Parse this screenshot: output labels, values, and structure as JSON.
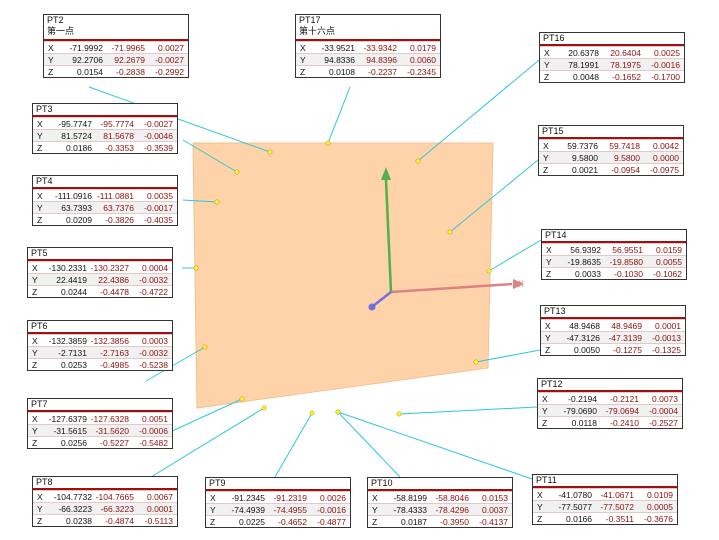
{
  "colors": {
    "plate": "#ffd3a9",
    "leader": "#2ec8d8",
    "point": "#ffee33",
    "axis_x": "#e08080",
    "axis_y": "#50b050",
    "axis_z": "#7070e0",
    "title_rule": "#a01010"
  },
  "axis_x_label": "X",
  "panels": [
    {
      "id": "PT2",
      "title": "PT2",
      "subtitle": "第一点",
      "rows": [
        {
          "axis": "X",
          "v": [
            "-71.9992",
            "-71.9965",
            "0.0027"
          ]
        },
        {
          "axis": "Y",
          "v": [
            "92.2706",
            "92.2679",
            "-0.0027"
          ]
        },
        {
          "axis": "Z",
          "v": [
            "0.0154",
            "-0.2838",
            "-0.2992"
          ]
        }
      ]
    },
    {
      "id": "PT17",
      "title": "PT17",
      "subtitle": "第十六点",
      "rows": [
        {
          "axis": "X",
          "v": [
            "-33.9521",
            "-33.9342",
            "0.0179"
          ]
        },
        {
          "axis": "Y",
          "v": [
            "94.8336",
            "94.8396",
            "0.0060"
          ]
        },
        {
          "axis": "Z",
          "v": [
            "0.0108",
            "-0.2237",
            "-0.2345"
          ]
        }
      ]
    },
    {
      "id": "PT16",
      "title": "PT16",
      "rows": [
        {
          "axis": "X",
          "v": [
            "20.6378",
            "20.6404",
            "0.0025"
          ]
        },
        {
          "axis": "Y",
          "v": [
            "78.1991",
            "78.1975",
            "-0.0016"
          ]
        },
        {
          "axis": "Z",
          "v": [
            "0.0048",
            "-0.1652",
            "-0.1700"
          ]
        }
      ]
    },
    {
      "id": "PT3",
      "title": "PT3",
      "rows": [
        {
          "axis": "X",
          "v": [
            "-95.7747",
            "-95.7774",
            "-0.0027"
          ]
        },
        {
          "axis": "Y",
          "v": [
            "81.5724",
            "81.5678",
            "-0.0046"
          ]
        },
        {
          "axis": "Z",
          "v": [
            "0.0186",
            "-0.3353",
            "-0.3539"
          ]
        }
      ]
    },
    {
      "id": "PT15",
      "title": "PT15",
      "rows": [
        {
          "axis": "X",
          "v": [
            "59.7376",
            "59.7418",
            "0.0042"
          ]
        },
        {
          "axis": "Y",
          "v": [
            "9.5800",
            "9.5800",
            "0.0000"
          ]
        },
        {
          "axis": "Z",
          "v": [
            "0.0021",
            "-0.0954",
            "-0.0975"
          ]
        }
      ]
    },
    {
      "id": "PT4",
      "title": "PT4",
      "rows": [
        {
          "axis": "X",
          "v": [
            "-111.0916",
            "-111.0881",
            "0.0035"
          ]
        },
        {
          "axis": "Y",
          "v": [
            "63.7393",
            "63.7376",
            "-0.0017"
          ]
        },
        {
          "axis": "Z",
          "v": [
            "0.0209",
            "-0.3826",
            "-0.4035"
          ]
        }
      ]
    },
    {
      "id": "PT14",
      "title": "PT14",
      "rows": [
        {
          "axis": "X",
          "v": [
            "56.9392",
            "56.9551",
            "0.0159"
          ]
        },
        {
          "axis": "Y",
          "v": [
            "-19.8635",
            "-19.8580",
            "0.0055"
          ]
        },
        {
          "axis": "Z",
          "v": [
            "0.0033",
            "-0.1030",
            "-0.1062"
          ]
        }
      ]
    },
    {
      "id": "PT5",
      "title": "PT5",
      "rows": [
        {
          "axis": "X",
          "v": [
            "-130.2331",
            "-130.2327",
            "0.0004"
          ]
        },
        {
          "axis": "Y",
          "v": [
            "22.4419",
            "22.4386",
            "-0.0032"
          ]
        },
        {
          "axis": "Z",
          "v": [
            "0.0244",
            "-0.4478",
            "-0.4722"
          ]
        }
      ]
    },
    {
      "id": "PT13",
      "title": "PT13",
      "rows": [
        {
          "axis": "X",
          "v": [
            "48.9468",
            "48.9469",
            "0.0001"
          ]
        },
        {
          "axis": "Y",
          "v": [
            "-47.3126",
            "-47.3139",
            "-0.0013"
          ]
        },
        {
          "axis": "Z",
          "v": [
            "0.0050",
            "-0.1275",
            "-0.1325"
          ]
        }
      ]
    },
    {
      "id": "PT6",
      "title": "PT6",
      "rows": [
        {
          "axis": "X",
          "v": [
            "-132.3859",
            "-132.3856",
            "0.0003"
          ]
        },
        {
          "axis": "Y",
          "v": [
            "-2.7131",
            "-2.7163",
            "-0.0032"
          ]
        },
        {
          "axis": "Z",
          "v": [
            "0.0253",
            "-0.4985",
            "-0.5238"
          ]
        }
      ]
    },
    {
      "id": "PT12",
      "title": "PT12",
      "rows": [
        {
          "axis": "X",
          "v": [
            "-0.2194",
            "-0.2121",
            "0.0073"
          ]
        },
        {
          "axis": "Y",
          "v": [
            "-79.0690",
            "-79.0694",
            "-0.0004"
          ]
        },
        {
          "axis": "Z",
          "v": [
            "0.0118",
            "-0.2410",
            "-0.2527"
          ]
        }
      ]
    },
    {
      "id": "PT7",
      "title": "PT7",
      "rows": [
        {
          "axis": "X",
          "v": [
            "-127.6379",
            "-127.6328",
            "0.0051"
          ]
        },
        {
          "axis": "Y",
          "v": [
            "-31.5615",
            "-31.5620",
            "-0.0006"
          ]
        },
        {
          "axis": "Z",
          "v": [
            "0.0256",
            "-0.5227",
            "-0.5482"
          ]
        }
      ]
    },
    {
      "id": "PT11",
      "title": "PT11",
      "rows": [
        {
          "axis": "X",
          "v": [
            "-41.0780",
            "-41.0671",
            "0.0109"
          ]
        },
        {
          "axis": "Y",
          "v": [
            "-77.5077",
            "-77.5072",
            "0.0005"
          ]
        },
        {
          "axis": "Z",
          "v": [
            "0.0166",
            "-0.3511",
            "-0.3676"
          ]
        }
      ]
    },
    {
      "id": "PT8",
      "title": "PT8",
      "rows": [
        {
          "axis": "X",
          "v": [
            "-104.7732",
            "-104.7665",
            "0.0067"
          ]
        },
        {
          "axis": "Y",
          "v": [
            "-66.3223",
            "-66.3223",
            "0.0001"
          ]
        },
        {
          "axis": "Z",
          "v": [
            "0.0238",
            "-0.4874",
            "-0.5113"
          ]
        }
      ]
    },
    {
      "id": "PT9",
      "title": "PT9",
      "rows": [
        {
          "axis": "X",
          "v": [
            "-91.2345",
            "-91.2319",
            "0.0026"
          ]
        },
        {
          "axis": "Y",
          "v": [
            "-74.4939",
            "-74.4955",
            "-0.0016"
          ]
        },
        {
          "axis": "Z",
          "v": [
            "0.0225",
            "-0.4652",
            "-0.4877"
          ]
        }
      ]
    },
    {
      "id": "PT10",
      "title": "PT10",
      "rows": [
        {
          "axis": "X",
          "v": [
            "-58.8199",
            "-58.8046",
            "0.0153"
          ]
        },
        {
          "axis": "Y",
          "v": [
            "-78.4333",
            "-78.4296",
            "0.0037"
          ]
        },
        {
          "axis": "Z",
          "v": [
            "0.0187",
            "-0.3950",
            "-0.4137"
          ]
        }
      ]
    }
  ]
}
